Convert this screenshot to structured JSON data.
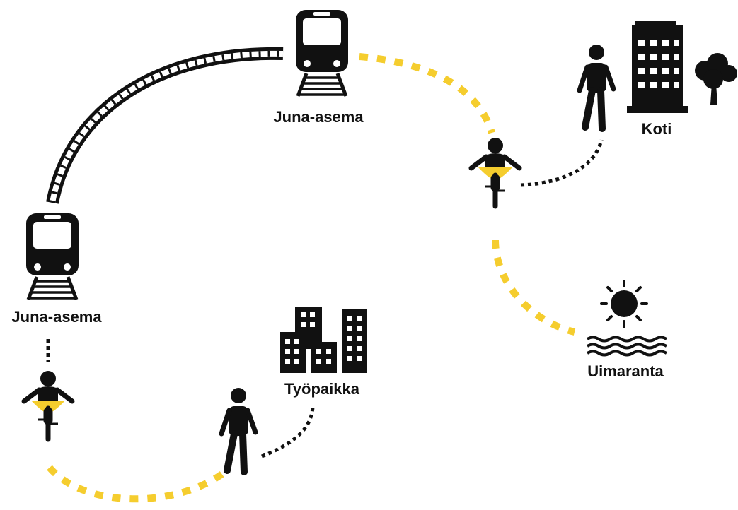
{
  "labels": {
    "station_top": "Juna-asema",
    "station_left": "Juna-asema",
    "home": "Koti",
    "beach": "Uimaranta",
    "workplace": "Työpaikka"
  },
  "icons": {
    "train": "train-icon",
    "bicycle": "cyclist-icon",
    "pedestrian": "pedestrian-icon",
    "building": "apartment-building-icon",
    "tree": "tree-icon",
    "sun": "sun-icon",
    "water": "water-waves-icon",
    "office": "office-buildings-icon"
  },
  "colors": {
    "cycle_route": "#f5cd2e",
    "walk_route": "#111111",
    "rail": "#111111",
    "icon": "#111111",
    "cyclist_vest": "#f5cd2e"
  }
}
